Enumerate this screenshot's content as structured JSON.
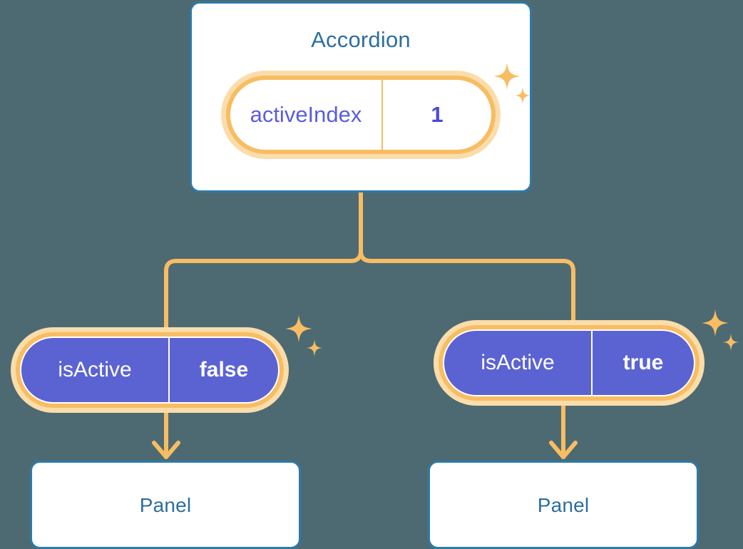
{
  "diagram": {
    "background_color": "#4d6a72",
    "accent_orange": "#f8bd62",
    "accent_orange_soft": "#fbddab",
    "node_border_blue": "#2d7aa8",
    "title_blue": "#2d6e9e",
    "state_purple": "#5b63d3",
    "value_purple": "#4a4ad6"
  },
  "root": {
    "title": "Accordion",
    "state": {
      "key": "activeIndex",
      "value": "1"
    }
  },
  "branches": [
    {
      "state": {
        "key": "isActive",
        "value": "false"
      },
      "child": {
        "title": "Panel"
      }
    },
    {
      "state": {
        "key": "isActive",
        "value": "true"
      },
      "child": {
        "title": "Panel"
      }
    }
  ]
}
